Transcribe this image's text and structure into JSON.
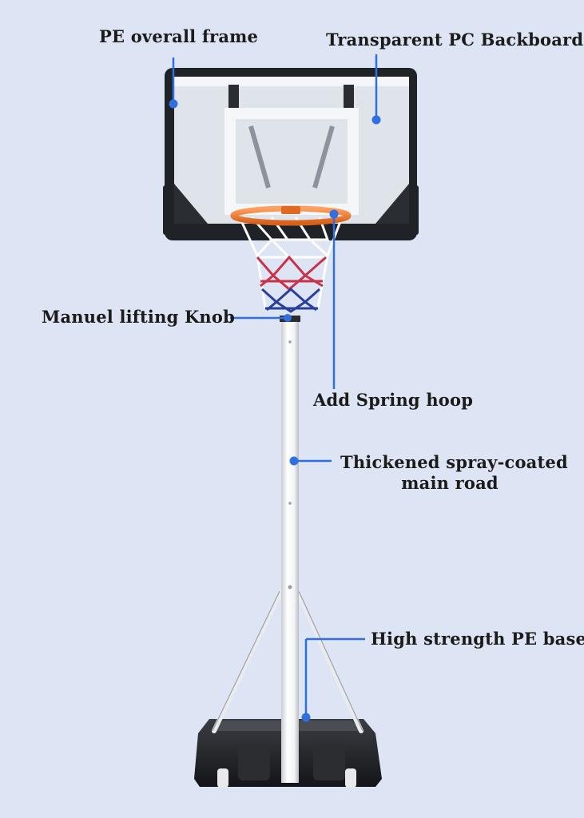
{
  "labels": {
    "frame": "PE overall frame",
    "backboard": "Transparent PC Backboard",
    "knob": "Manuel lifting Knob",
    "hoop": "Add Spring hoop",
    "pole_line1": "Thickened spray-coated",
    "pole_line2": "main road",
    "base": "High strength PE base"
  },
  "colors": {
    "background": "#dde4f3",
    "callout": "#2f6fe0",
    "backboard_frame": "#1f2226",
    "rim": "#f07a2c",
    "net_white": "#ffffff",
    "net_red": "#c8324a",
    "net_blue": "#2a3f9c",
    "pole": "#f4f5f7",
    "base": "#202226"
  }
}
